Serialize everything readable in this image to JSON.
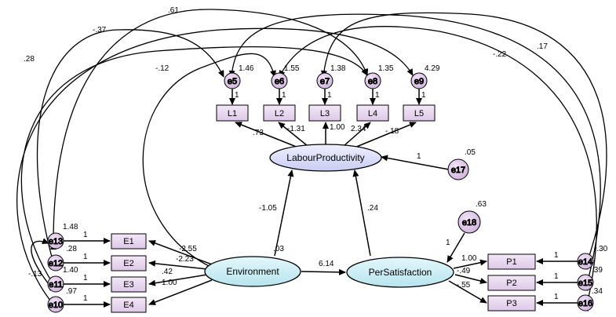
{
  "latent": {
    "labour": "LabourProductivity",
    "environment": "Environment",
    "persat": "PerSatisfaction"
  },
  "observed": {
    "L": [
      "L1",
      "L2",
      "L3",
      "L4",
      "L5"
    ],
    "E": [
      "E1",
      "E2",
      "E3",
      "E4"
    ],
    "P": [
      "P1",
      "P2",
      "P3"
    ]
  },
  "errors": {
    "L": [
      "e5",
      "e6",
      "e7",
      "e8",
      "e9"
    ],
    "E": [
      "e13",
      "e12",
      "e11",
      "e10"
    ],
    "P": [
      "e14",
      "e15",
      "e16"
    ],
    "e17": "e17",
    "e18": "e18"
  },
  "variances": {
    "L": [
      "1.46",
      "1.55",
      "1.38",
      "1.35",
      "4.29"
    ],
    "E": [
      "1.48",
      ".28",
      "1.40",
      ".97"
    ],
    "e17": ".05",
    "e18": ".63",
    "P": [
      "",
      ".39",
      ".34"
    ]
  },
  "fixed_one": "1",
  "loadings": {
    "L": [
      ".73",
      "-1.31",
      "1.00",
      "2.34",
      "-.18"
    ],
    "E": [
      "-2.55",
      "-2.23",
      ".42",
      "1.00"
    ],
    "P": [
      "1.00",
      "-.49",
      "-.55"
    ]
  },
  "structural": {
    "env_to_labour": "-1.05",
    "persat_to_labour": ".24",
    "env_to_persat": "6.14",
    "env_variance": ".03"
  },
  "covariances": {
    "c_37": "-.37",
    "c_61": ".61",
    "c_28": ".28",
    "c_12": "-.12",
    "c_22": "-.22",
    "c_17": ".17",
    "c_30": "-.30",
    "c_e11": "-.13"
  }
}
